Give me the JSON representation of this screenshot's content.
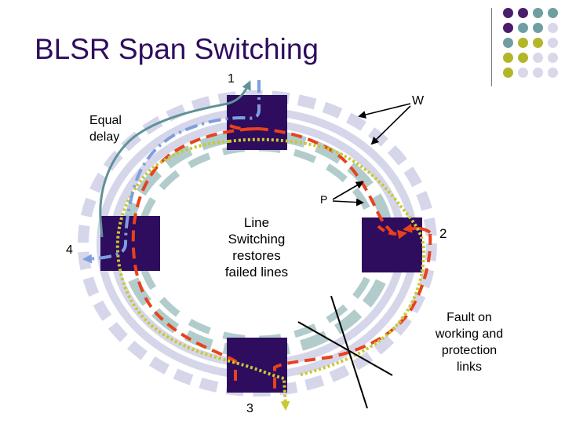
{
  "title": "BLSR Span Switching",
  "labels": {
    "node_top": "1",
    "node_right": "2",
    "node_bottom": "3",
    "node_left": "4",
    "working": "W",
    "protection": "P",
    "equal_delay": [
      "Equal",
      "delay"
    ],
    "line_switching": [
      "Line",
      "Switching",
      "restores",
      "failed lines"
    ],
    "fault_note": [
      "Fault on",
      "working and",
      "protection",
      "links"
    ]
  },
  "colors": {
    "title": "#2e0c5e",
    "node": "#2e0c5e",
    "ring_outer": "#d6d6ea",
    "ring_inner": "#b2cccc",
    "route_red": "#e8421c",
    "route_yellow": "#c8c832",
    "route_blue": "#7f9ee0",
    "route_teal": "#5e9296",
    "dot_purple": "#4a1e6a",
    "dot_teal": "#6e9ea2",
    "dot_olive": "#b4b62a",
    "dot_lilac": "#d8d8ea"
  },
  "dot_grid": [
    [
      "purple",
      "purple",
      "teal",
      "teal"
    ],
    [
      "purple",
      "teal",
      "teal",
      "lilac"
    ],
    [
      "teal",
      "olive",
      "olive",
      "lilac"
    ],
    [
      "olive",
      "olive",
      "lilac",
      "lilac"
    ],
    [
      "olive",
      "lilac",
      "lilac",
      "lilac"
    ]
  ]
}
